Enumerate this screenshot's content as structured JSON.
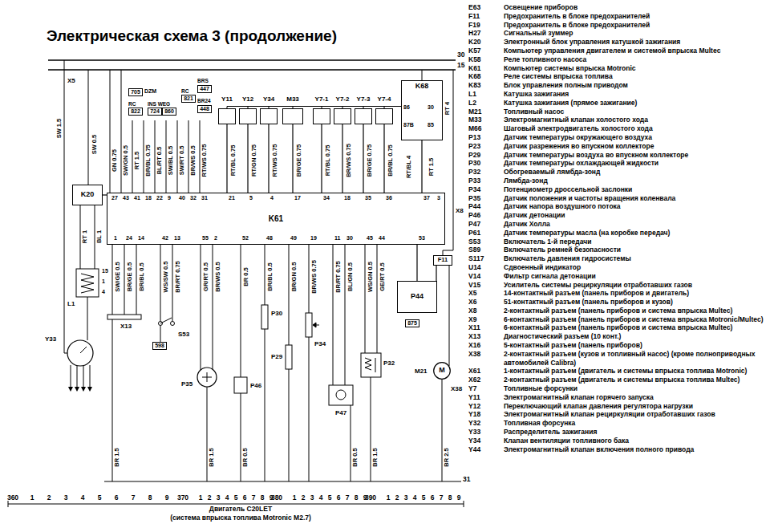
{
  "diagram": {
    "title": "Электрическая схема 3 (продолжение)",
    "caption": "Двигатель C20LET",
    "nodes": [
      {
        "text": [
          "K20"
        ]
      },
      {
        "text": [
          "K61"
        ]
      },
      {
        "text": [
          "K68"
        ]
      },
      {
        "text": [
          "P44"
        ]
      },
      {
        "text": [
          "F11"
        ]
      },
      {
        "text": [
          "Y11"
        ]
      },
      {
        "text": [
          "Y12"
        ]
      },
      {
        "text": [
          "Y34"
        ]
      },
      {
        "text": [
          "M33"
        ]
      },
      {
        "text": [
          "Y7-1"
        ]
      },
      {
        "text": [
          "Y7-2"
        ]
      },
      {
        "text": [
          "Y7-3"
        ]
      },
      {
        "text": [
          "Y7-4"
        ]
      },
      {
        "text": [
          "705"
        ]
      },
      {
        "text": [
          "822"
        ]
      },
      {
        "text": [
          "724"
        ]
      },
      {
        "text": [
          "860"
        ]
      },
      {
        "text": [
          "821"
        ]
      },
      {
        "text": [
          "447"
        ]
      },
      {
        "text": [
          "448"
        ]
      },
      {
        "text": [
          "598"
        ]
      },
      {
        "text": [
          "875"
        ]
      },
      {
        "text": [
          "M"
        ]
      }
    ],
    "edges": [
      {
        "from": 5,
        "to": 1,
        "arrow": "none"
      },
      {
        "from": 6,
        "to": 1,
        "arrow": "none"
      },
      {
        "from": 7,
        "to": 1,
        "arrow": "none"
      },
      {
        "from": 8,
        "to": 1,
        "arrow": "none"
      },
      {
        "from": 9,
        "to": 1,
        "arrow": "none"
      },
      {
        "from": 10,
        "to": 1,
        "arrow": "none"
      },
      {
        "from": 11,
        "to": 1,
        "arrow": "none"
      },
      {
        "from": 12,
        "to": 1,
        "arrow": "none"
      },
      {
        "from": 2,
        "to": 1,
        "arrow": "none"
      },
      {
        "from": 3,
        "to": 1,
        "arrow": "none"
      },
      {
        "from": 0,
        "to": 1,
        "arrow": "none"
      },
      {
        "from": 4,
        "to": 3,
        "arrow": "none"
      }
    ],
    "labels": [
      "E63",
      "Освещение приборов",
      "F11",
      "Предохранитель в блоке предохранителей",
      "F19",
      "Предохранитель в блоке предохранителей",
      "H27",
      "Сигнальный зуммер",
      "K20",
      "Электронный блок управления катушкой зажигания",
      "K57",
      "Компьютер управления двигателем и системой впрыска Multec",
      "K58",
      "Реле топливного насоса",
      "K61",
      "Компьютер системы впрыска Motronic",
      "K68",
      "Реле системы впрыска топлива",
      "K83",
      "Блок управления полным приводом",
      "L1",
      "Катушка зажигания",
      "L2",
      "Катушка зажигания (прямое зажигание)",
      "M21",
      "Топливный насос",
      "M33",
      "Электромагнитный клапан холостого хода",
      "M66",
      "Шаговый электродвигатель холостого хода",
      "P13",
      "Датчик температуры окружающего воздуха",
      "P23",
      "Датчик разрежения во впускном коллекторе",
      "P29",
      "Датчик температуры воздуха во впускном коллекторе",
      "P30",
      "Датчик температуры охлаждающей жидкости",
      "P32",
      "Обогреваемый лямбда-зонд",
      "P33",
      "Лямбда-зонд",
      "P34",
      "Потенциометр дроссельной заслонки",
      "P35",
      "Датчик положения и частоты вращения коленвала",
      "P44",
      "Датчик напора воздушного потока",
      "P46",
      "Датчик детонации",
      "P47",
      "Датчик Холла",
      "P61",
      "Датчик температуры масла (на коробке передач)",
      "S53",
      "Включатель 1-й передачи",
      "S89",
      "Включатель ремней безопасности",
      "S117",
      "Включатель давления гидросистемы",
      "U14",
      "Сдвоенный индикатор",
      "V14",
      "Фильтр сигнала детонации",
      "V15",
      "Усилитель системы рециркуляции отработавших газов",
      "X5",
      "14-контактный разъем (панель приборов и двигатель)",
      "X6",
      "51-контактный разъем (панель приборов и кузов)",
      "X8",
      "2-контактный разъем (панель приборов и система впрыска Multec)",
      "X9",
      "6-контактный разъем (панель приборов и система впрыска Motronic/Multec)",
      "X11",
      "6-контактный разъем (панель приборов и система впрыска Multec)",
      "X13",
      "Диагностический разъем (10 конт.)",
      "X16",
      "5-контактный разъем (панель приборов)",
      "X38",
      "2-контактный разъем (кузов и топливный насос) (кроме полноприводных автомобилей Calibra)",
      "X61",
      "1-контактный разъем (двигатель и системы впрыска топлива Motronic)",
      "X62",
      "2-контактный разъем (двигатель и системы впрыска топлива Multec)",
      "Y7",
      "Топливные форсунки",
      "Y11",
      "Электромагнитный клапан горячего запуска",
      "Y12",
      "Переключающий клапан давления регулятора нагрузки",
      "Y18",
      "Электромагнитный клапан рециркуляции отработавших газов",
      "Y32",
      "Топливная форсунка",
      "Y33",
      "Распределитель зажигания",
      "Y34",
      "Клапан вентиляции топливного бака",
      "Y44",
      "Электромагнитный клапан включения полного привода",
      "360",
      "1",
      "2",
      "3",
      "4",
      "5",
      "6",
      "7",
      "8",
      "9",
      "370",
      "1",
      "2",
      "3",
      "4",
      "5",
      "6",
      "7",
      "8",
      "9",
      "380",
      "1",
      "2",
      "3",
      "4",
      "5",
      "6",
      "7",
      "8",
      "9",
      "390",
      "1",
      "2",
      "3",
      "4",
      "5",
      "6",
      "7",
      "8",
      "9",
      "30",
      "15",
      "X5",
      "DZM",
      "RC",
      "INS WEG",
      "RC",
      "BRS",
      "BR24",
      "86",
      "30",
      "87B",
      "85",
      "SW 1.5",
      "SW 0.5",
      "RT 4",
      "GN 0.75",
      "SW/GN 0.5",
      "RT 1.5",
      "BR/BL 0.75",
      "BL/RT 0.5",
      "SW/BL 0.5",
      "SW/RT 0.5",
      "BR/WS 0.5",
      "RT/WS 0.75",
      "RT/BL 0.75",
      "RT/GN 0.75",
      "RT/WS 0.75",
      "BR/GE 0.75",
      "RT/BL 0.75",
      "BR/WS 0.75",
      "BR/GE 0.75",
      "BR/BL 0.75",
      "RT/BL 4",
      "RT 1.5",
      "27",
      "43",
      "41",
      "18",
      "22",
      "9",
      "40",
      "32",
      "31",
      "21",
      "5",
      "4",
      "17",
      "34",
      "18",
      "35",
      "36",
      "37",
      "3",
      "X8",
      "RT 1",
      "BL 1",
      "15",
      "1",
      "4",
      "L1",
      "Y33",
      "1",
      "24",
      "14",
      "42",
      "13",
      "55",
      "2",
      "52",
      "48",
      "49",
      "19",
      "11",
      "30",
      "45",
      "44",
      "53",
      "SW/GE 0.5",
      "BR/GE 0.5",
      "BR/BL 0.5",
      "WS/SW 0.5",
      "BR/RT 0.75",
      "GR/RT 0.5",
      "BR/WS 0.5",
      "BR 0.5",
      "BR/BL 0.5",
      "BR/GN 0.5",
      "BR/WS 0.75",
      "BR/RT 0.75",
      "BL/GN 0.5",
      "WS/GN 0.5",
      "GE/RT 0.5",
      "X13",
      "S53",
      "P35",
      "P46",
      "P30",
      "P29",
      "P34",
      "P47",
      "P32",
      "M21",
      "X38",
      "BR 1.5",
      "BR 1.5",
      "BR 0.5",
      "BR 0.5",
      "BR 1.5",
      "BR 2.5",
      "31",
      "(система впрыска топлива Motronic M2.7)"
    ]
  }
}
